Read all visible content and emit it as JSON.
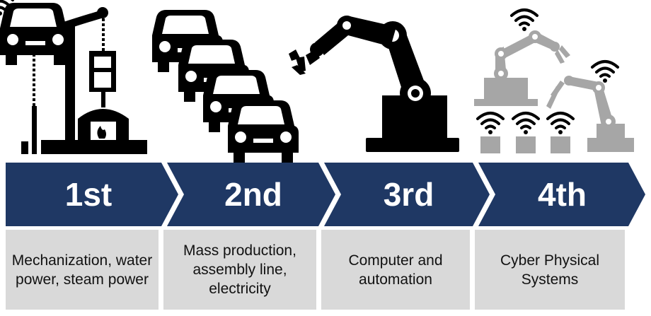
{
  "colors": {
    "arrow": "#1f3864",
    "arrow_gap": "#ffffff",
    "description_box": "#d9d9d9",
    "icon_dark": "#000000",
    "icon_light": "#a6a6a6"
  },
  "stages": [
    {
      "label": "1st",
      "description": "Mechanization, water power, steam power",
      "icon": "steam-engine-icon"
    },
    {
      "label": "2nd",
      "description": "Mass production, assembly line, electricity",
      "icon": "assembly-line-cars-icon"
    },
    {
      "label": "3rd",
      "description": "Computer and automation",
      "icon": "robot-arm-icon"
    },
    {
      "label": "4th",
      "description": "Cyber Physical Systems",
      "icon": "connected-robots-icon"
    }
  ]
}
